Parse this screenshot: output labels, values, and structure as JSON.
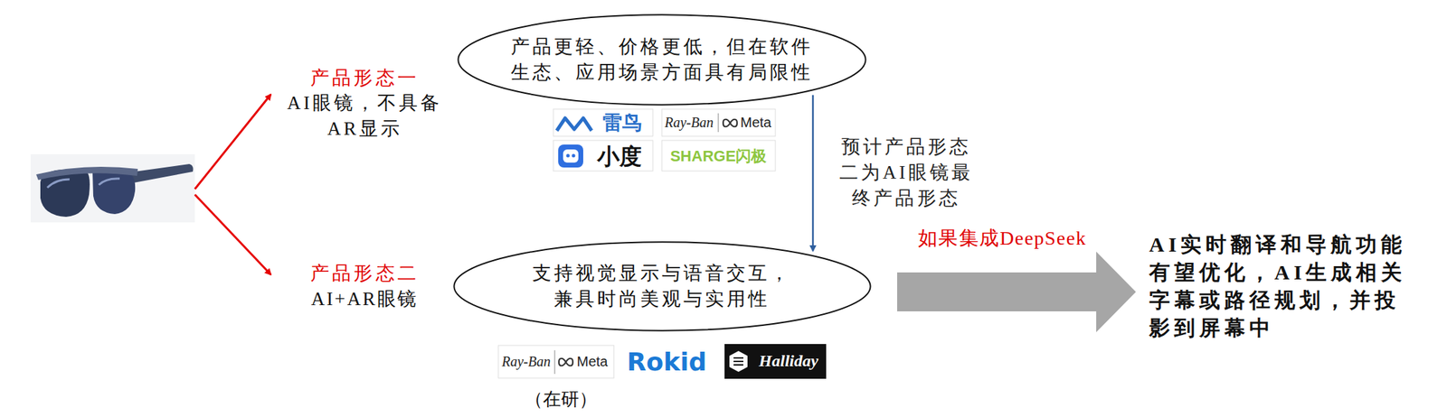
{
  "diagram": {
    "nodes": [
      {
        "text": [
          "产品更轻、价格更低，但在软件 生态、应用场景方面具有局限性"
        ]
      },
      {
        "text": [
          "支持视觉显示与语音交互， 兼具时尚美观与实用性"
        ]
      }
    ],
    "edges": [
      {
        "from": 0,
        "to": 1,
        "arrow": "to",
        "label": "预计产品形态 二为AI眼镜最 终产品形态"
      }
    ],
    "labels": [
      "产品形态一",
      "AI眼镜，不具备 AR显示",
      "雷鸟",
      "Ray-Ban",
      "Meta",
      "小度",
      "SHARGE闪极",
      "产品形态二",
      "AI+AR眼镜",
      "Ray-Ban",
      "Meta",
      "Rokid",
      "Halliday",
      "（在研）",
      "如果集成DeepSeek",
      "AI实时翻译和导航功能 有望优化，AI生成相关 字幕或路径规划，并投 影到屏幕中"
    ]
  }
}
